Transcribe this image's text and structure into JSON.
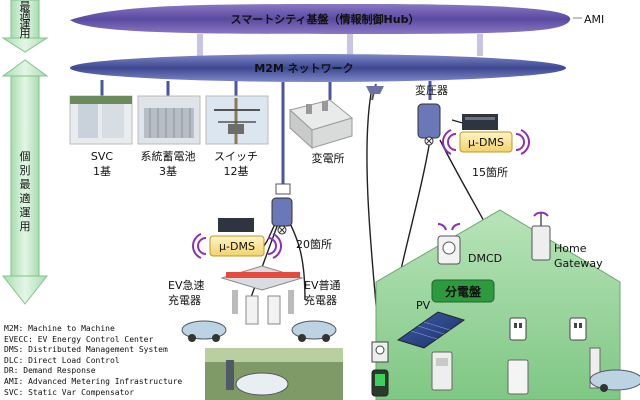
{
  "side_labels": {
    "top": "最適運用",
    "bottom": "個別最適運用"
  },
  "hub_label": "スマートシティ基盤（情報制御Hub）",
  "ami_label": "AMI",
  "network_label": "M2M ネットワーク",
  "facilities": {
    "svc": {
      "name": "SVC",
      "count": "1基"
    },
    "battery": {
      "name": "系統蓄電池",
      "count": "3基"
    },
    "switch": {
      "name": "スイッチ",
      "count": "12基"
    },
    "substation": "変電所",
    "transformer": "変圧器"
  },
  "dms_top": {
    "label": "μ-DMS",
    "count": "15箇所"
  },
  "dms_mid": {
    "label": "μ-DMS",
    "count": "20箇所"
  },
  "ev": {
    "quick_line1": "EV急速",
    "quick_line2": "充電器",
    "normal_line1": "EV普通",
    "normal_line2": "充電器"
  },
  "home": {
    "dmcd": "DMCD",
    "gateway_line1": "Home",
    "gateway_line2": "Gateway",
    "pv": "PV",
    "panel": "分電盤"
  },
  "legend": [
    "M2M: Machine to Machine",
    "EVECC: EV Energy Control Center",
    "DMS: Distributed Management System",
    "DLC: Direct Load Control",
    "DR: Demand Response",
    "AMI: Advanced Metering Infrastructure",
    "SVC: Static Var Compensator"
  ],
  "colors": {
    "hub_purple": "#6a5aa8",
    "network_blue": "#4a56a0",
    "arrow_green": "#bfe6c4",
    "house_green": "#98d39a",
    "panel_green": "#2d9a3e",
    "signal_purple": "#8d2fb5"
  }
}
